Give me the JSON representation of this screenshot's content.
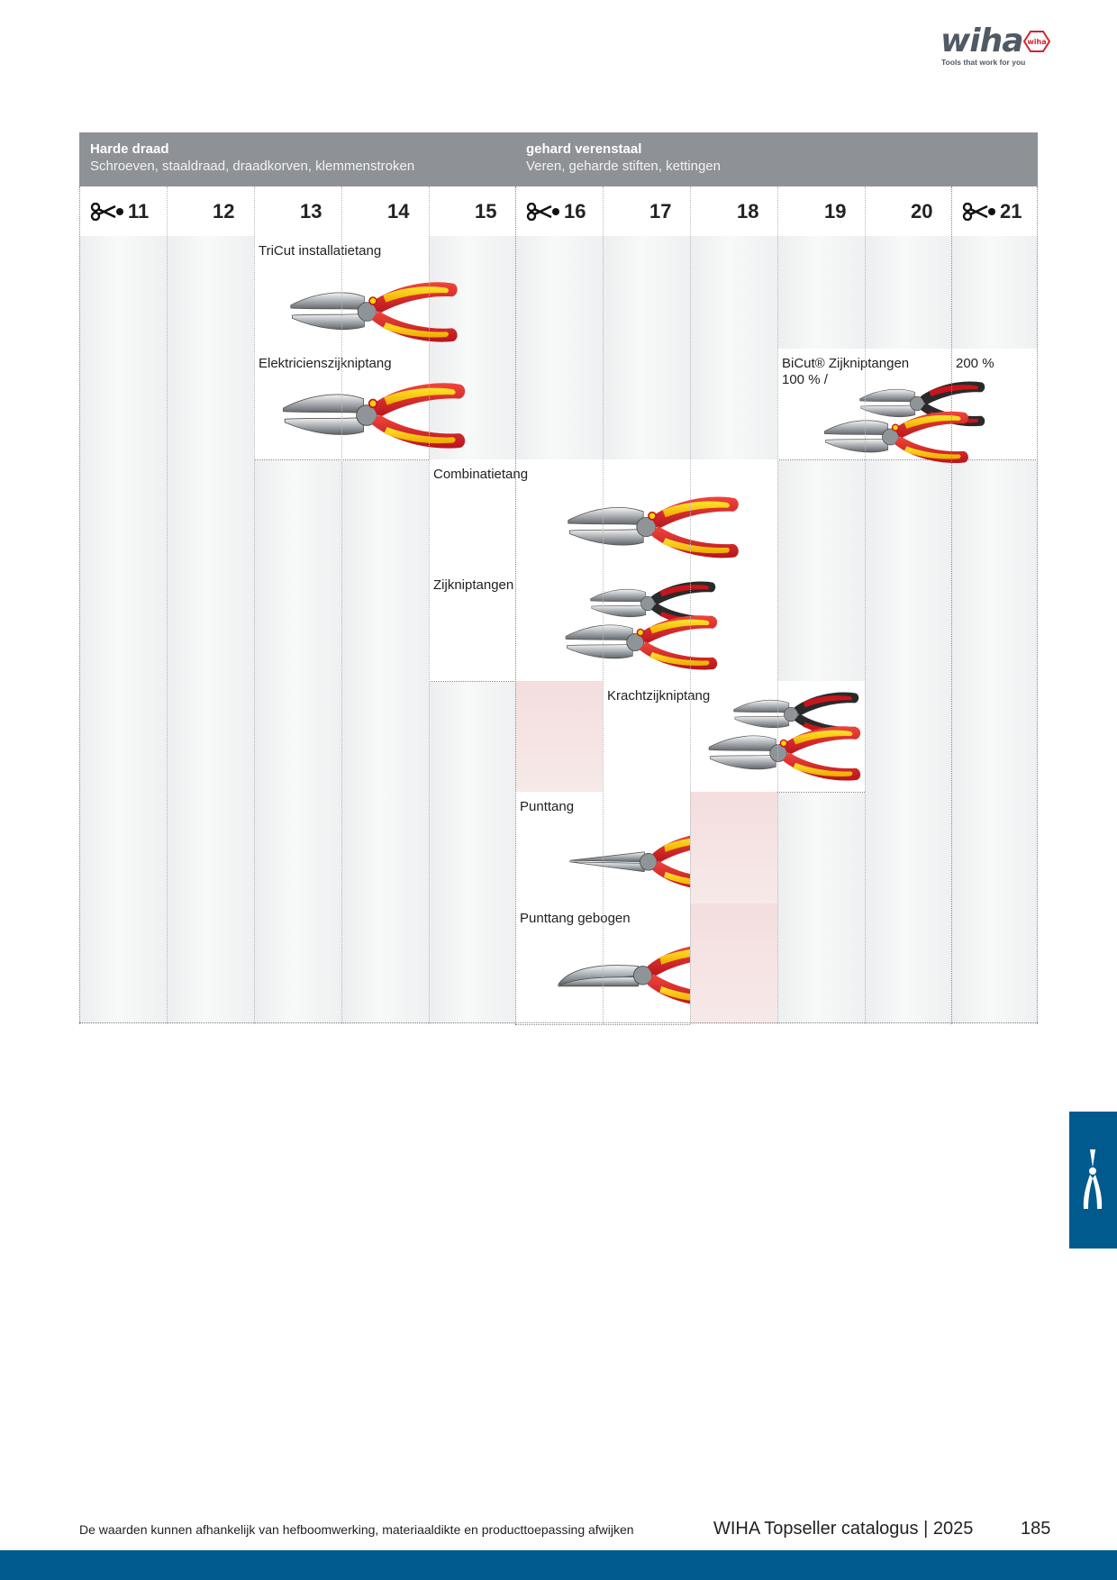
{
  "brand": {
    "logo_text": "wiha",
    "tagline": "Tools that work for you",
    "badge_text": "wiha",
    "colors": {
      "logo_gray": "#505a64",
      "brand_red": "#d3222a",
      "brand_blue": "#005a8d"
    }
  },
  "table": {
    "groups": [
      {
        "title": "Harde draad",
        "subtitle": "Schroeven, staaldraad, draadkorven, klemmenstroken"
      },
      {
        "title": "gehard verenstaal",
        "subtitle": "Veren, geharde stiften, kettingen"
      }
    ],
    "columns": [
      "11",
      "12",
      "13",
      "14",
      "15",
      "16",
      "17",
      "18",
      "19",
      "20",
      "21"
    ],
    "cutter_columns": [
      "11",
      "16",
      "21"
    ],
    "products": [
      {
        "label": "TriCut installatietang",
        "icon": "tricut-pliers-icon"
      },
      {
        "label": "Elektricienszijkniptang",
        "icon": "electrician-side-cutter-icon"
      },
      {
        "label": "BiCut® Zijkniptangen",
        "label_line2": "100 % /",
        "label_extra": "200 %",
        "icon": "bicut-side-cutters-icon"
      },
      {
        "label": "Combinatietang",
        "icon": "combination-pliers-icon"
      },
      {
        "label": "Zijkniptangen",
        "icon": "side-cutters-icon"
      },
      {
        "label": "Krachtzijkniptang",
        "icon": "heavy-duty-side-cutter-icon"
      },
      {
        "label": "Punttang",
        "icon": "needle-nose-pliers-icon"
      },
      {
        "label": "Punttang gebogen",
        "icon": "bent-needle-nose-pliers-icon"
      }
    ]
  },
  "side_tab": {
    "icon": "pliers-icon"
  },
  "footer": {
    "note": "De waarden kunnen afhankelijk van hefboomwerking, materiaaldikte en producttoepassing afwijken",
    "catalog": "WIHA Topseller catalogus | 2025",
    "page_number": "185"
  }
}
